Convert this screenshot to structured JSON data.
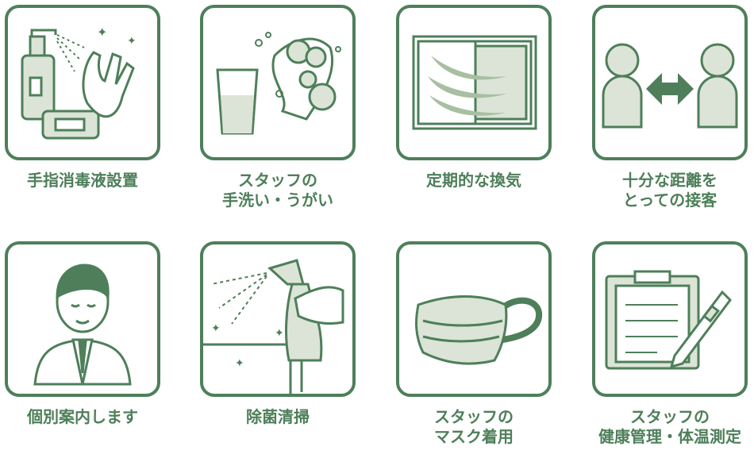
{
  "colors": {
    "accent": "#4e7f5a",
    "fill": "#dbe4d6"
  },
  "items": [
    {
      "icon": "hand-sanitizer-icon",
      "lines": [
        "手指消毒液設置"
      ]
    },
    {
      "icon": "hand-washing-icon",
      "lines": [
        "スタッフの",
        "手洗い・うがい"
      ]
    },
    {
      "icon": "window-ventilation-icon",
      "lines": [
        "定期的な換気"
      ]
    },
    {
      "icon": "social-distance-icon",
      "lines": [
        "十分な距離を",
        "とっての接客"
      ]
    },
    {
      "icon": "staff-person-icon",
      "lines": [
        "個別案内します"
      ]
    },
    {
      "icon": "disinfect-spray-icon",
      "lines": [
        "除菌清掃"
      ]
    },
    {
      "icon": "face-mask-icon",
      "lines": [
        "スタッフの",
        "マスク着用"
      ]
    },
    {
      "icon": "health-check-icon",
      "lines": [
        "スタッフの",
        "健康管理・体温測定"
      ]
    }
  ]
}
